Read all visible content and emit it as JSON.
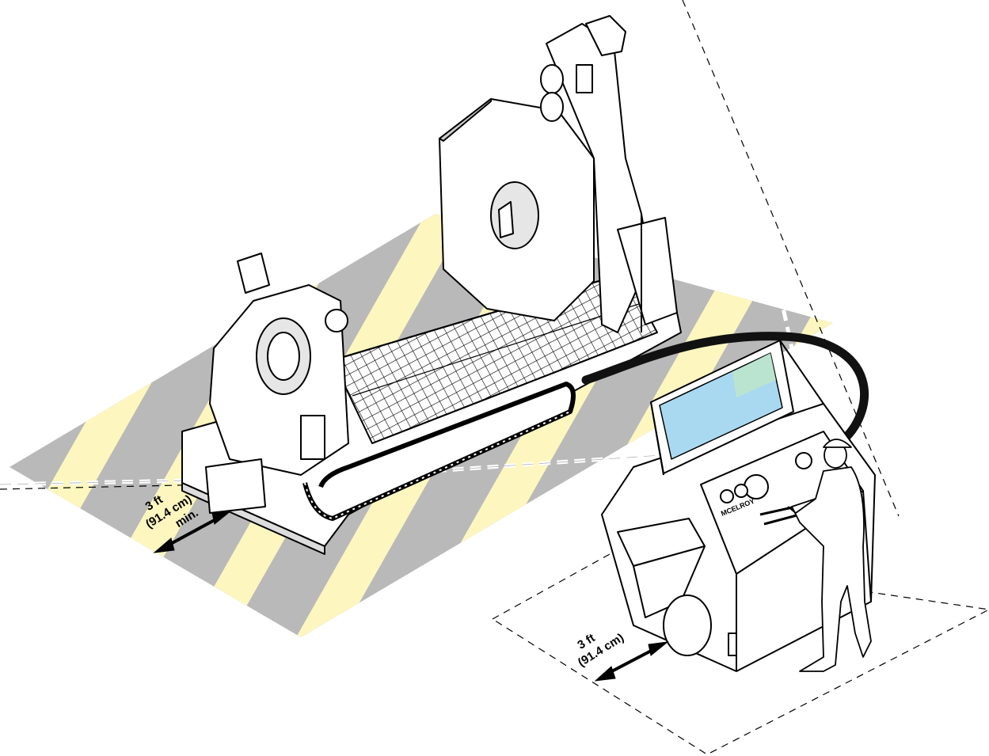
{
  "colors": {
    "stripe_yellow": "#fdf6bf",
    "stripe_gray": "#b9b9b9",
    "machine_fill": "#ffffff",
    "outline": "#000000",
    "window_blue": "#a9d9f0",
    "window_green": "#bfe6c8",
    "hose": "#111111"
  },
  "icons": {
    "machine": "fusion-machine-icon",
    "console": "control-console-icon",
    "operator": "operator-figure-icon",
    "arrow": "double-headed-arrow-icon"
  },
  "machine_zone": {
    "label_line1": "3 ft",
    "label_line2": "(91.4 cm)",
    "label_line3": "min."
  },
  "operator_zone": {
    "label_line1": "3 ft",
    "label_line2": "(91.4 cm)"
  },
  "console": {
    "brand": "MCELROY"
  }
}
